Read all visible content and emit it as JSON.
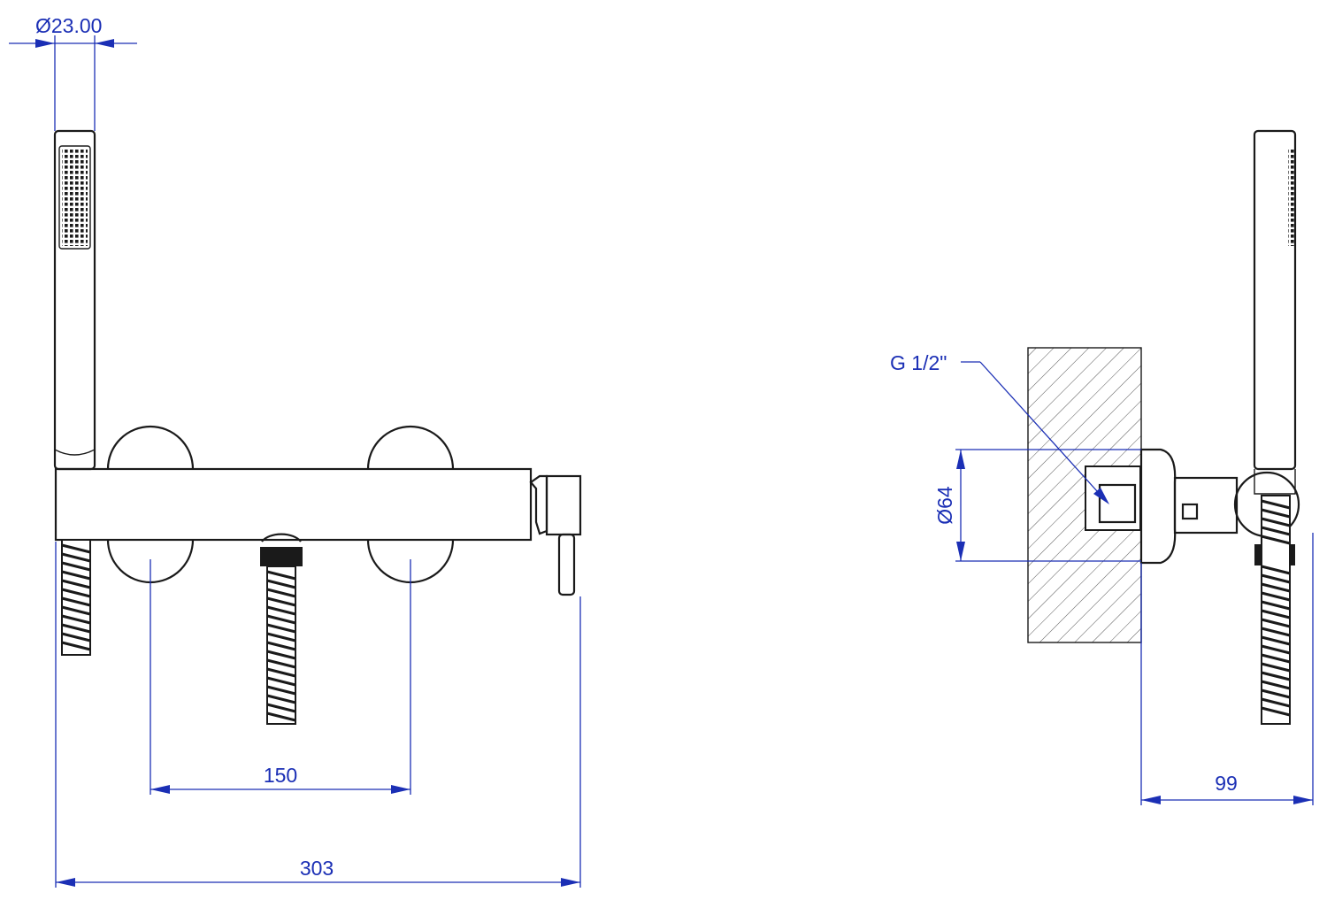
{
  "drawing": {
    "units": "mm",
    "dimensions": {
      "handshower_diameter": "Ø23.00",
      "inlet_spacing": "150",
      "overall_width": "303",
      "connection_thread": "G 1/2\"",
      "wall_flange_diameter": "Ø64",
      "projection_depth": "99"
    }
  },
  "colors": {
    "outline": "#1a1a1a",
    "dimension": "#1b2fb5",
    "background": "#ffffff"
  }
}
